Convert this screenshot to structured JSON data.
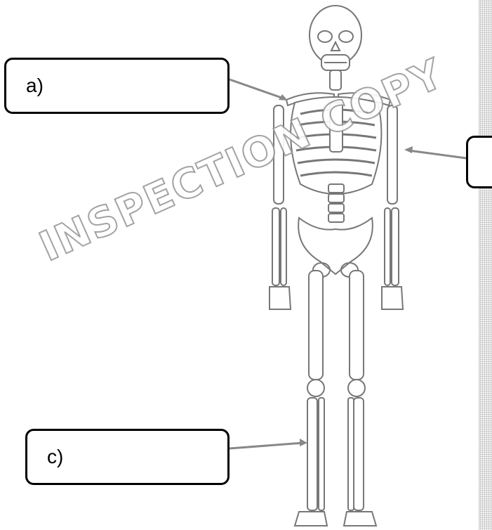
{
  "diagram": {
    "labels": {
      "a": "a)",
      "b": "",
      "c": "c)"
    },
    "watermark": "INSPECTION COPY"
  }
}
